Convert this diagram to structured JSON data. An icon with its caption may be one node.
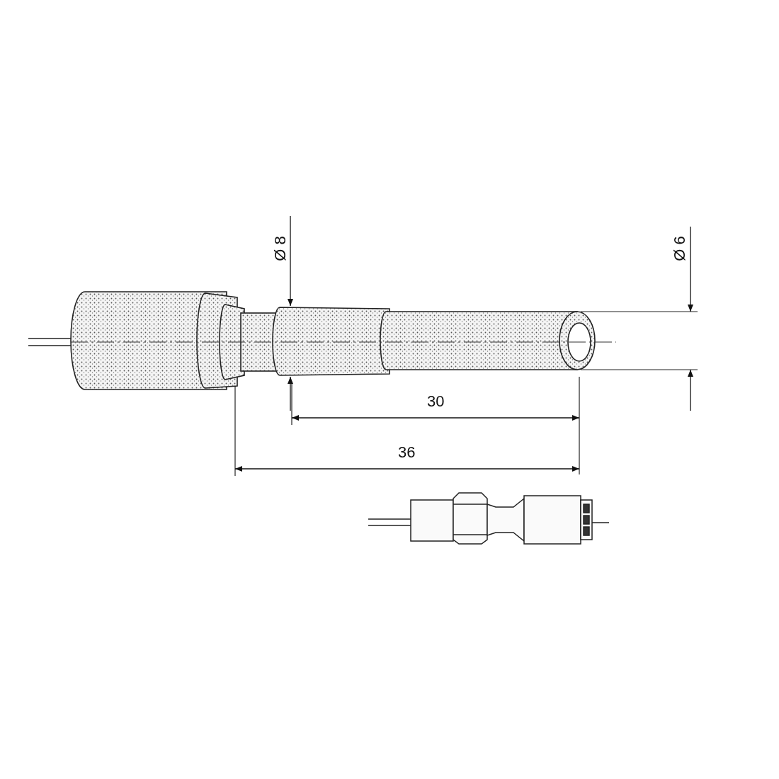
{
  "diagram": {
    "labels": [
      "Ø 8",
      "Ø 6",
      "30",
      "36"
    ]
  }
}
